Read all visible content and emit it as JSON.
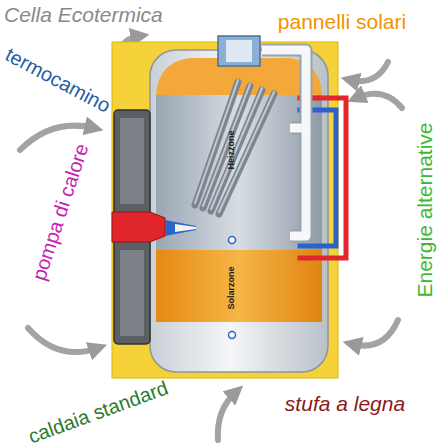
{
  "diagram": {
    "title": "Cella Ecotermica",
    "nodes": [
      {
        "text": [
          "Heizzone",
          "Solarzone"
        ]
      }
    ],
    "labels": [
      "pannelli solari",
      "termocamino",
      "pompa di calore",
      "Energie alternative",
      "caldaia standard",
      "stufa a legna"
    ]
  }
}
